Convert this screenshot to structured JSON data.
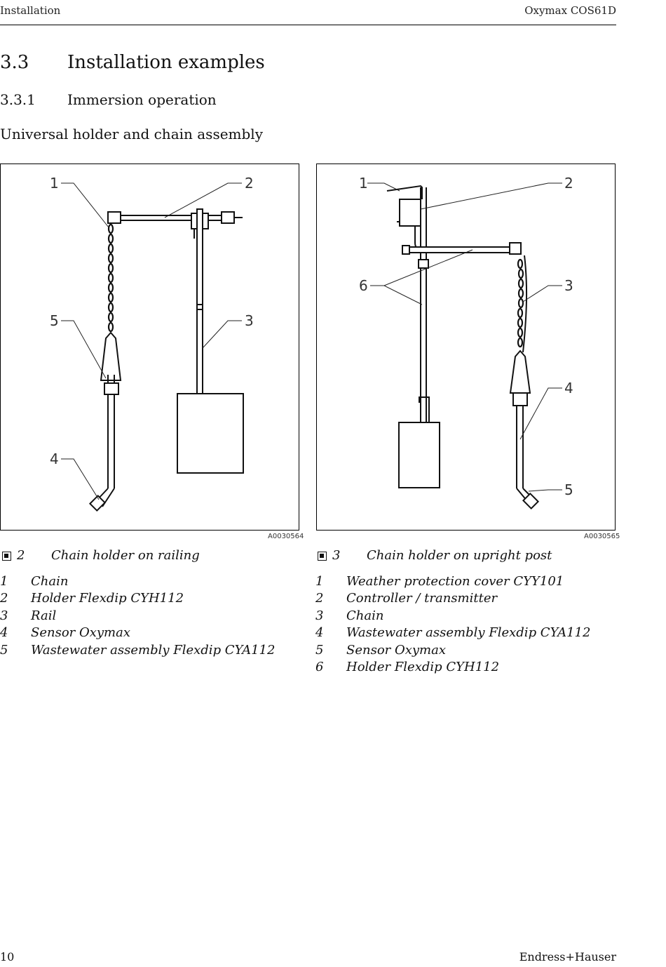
{
  "header": {
    "left": "Installation",
    "right": "Oxymax COS61D"
  },
  "section": {
    "number": "3.3",
    "title": "Installation examples"
  },
  "subsection": {
    "number": "3.3.1",
    "title": "Immersion operation"
  },
  "subheading": "Universal holder and chain assembly",
  "figures": [
    {
      "id": "A0030564",
      "caption_number": "2",
      "caption": "Chain holder on railing",
      "callouts": [
        "1",
        "2",
        "3",
        "4",
        "5"
      ],
      "legend": [
        {
          "num": "1",
          "text": "Chain"
        },
        {
          "num": "2",
          "text": "Holder Flexdip CYH112"
        },
        {
          "num": "3",
          "text": "Rail"
        },
        {
          "num": "4",
          "text": "Sensor Oxymax"
        },
        {
          "num": "5",
          "text": "Wastewater assembly Flexdip CYA112"
        }
      ]
    },
    {
      "id": "A0030565",
      "caption_number": "3",
      "caption": "Chain holder on upright post",
      "callouts": [
        "1",
        "2",
        "3",
        "4",
        "5",
        "6"
      ],
      "legend": [
        {
          "num": "1",
          "text": "Weather protection cover CYY101"
        },
        {
          "num": "2",
          "text": "Controller / transmitter"
        },
        {
          "num": "3",
          "text": "Chain"
        },
        {
          "num": "4",
          "text": "Wastewater assembly Flexdip CYA112"
        },
        {
          "num": "5",
          "text": "Sensor Oxymax"
        },
        {
          "num": "6",
          "text": "Holder Flexdip CYH112"
        }
      ]
    }
  ],
  "footer": {
    "page": "10",
    "brand": "Endress+Hauser"
  }
}
